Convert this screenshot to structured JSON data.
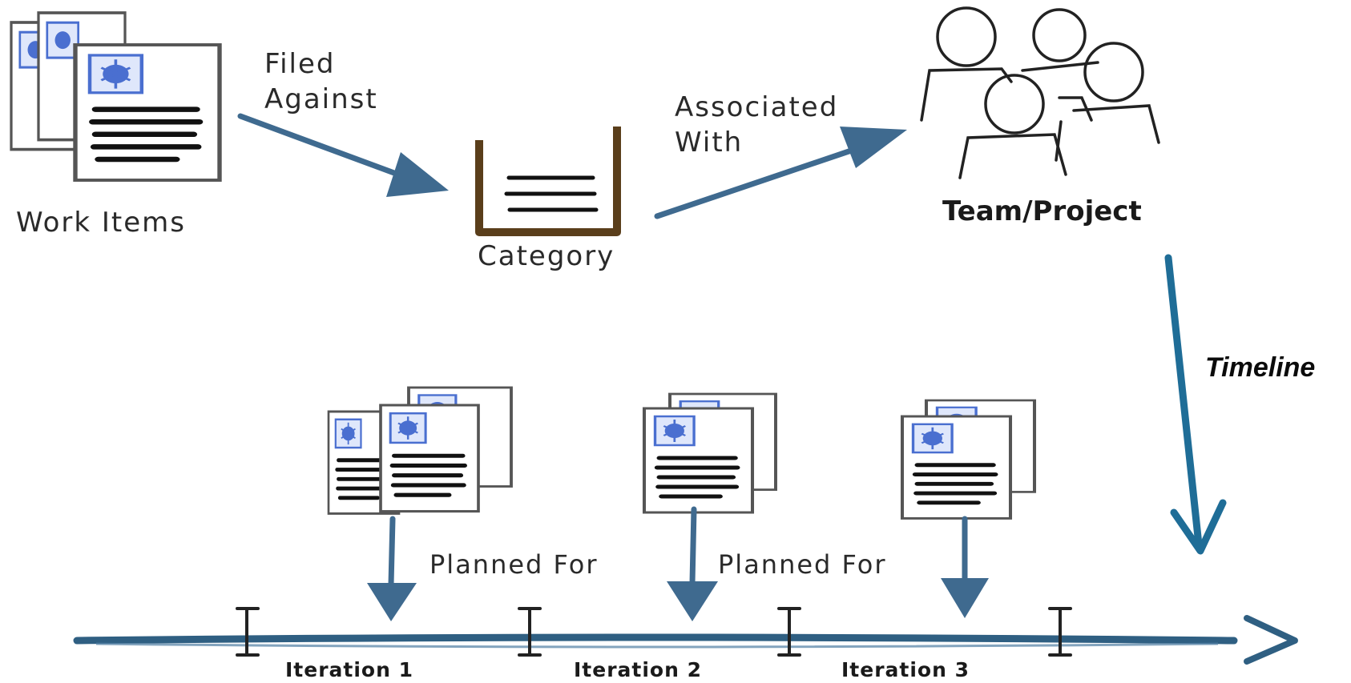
{
  "labels": {
    "work_items": "Work Items",
    "filed_against_1": "Filed",
    "filed_against_2": "Against",
    "category": "Category",
    "associated_with_1": "Associated",
    "associated_with_2": "With",
    "team_project": "Team/Project",
    "timeline": "Timeline",
    "planned_for_1": "Planned For",
    "planned_for_2": "Planned For",
    "iteration_1": "Iteration 1",
    "iteration_2": "Iteration 2",
    "iteration_3": "Iteration 3"
  },
  "colors": {
    "arrow": "#3f6a8f",
    "timeline_arrow": "#1f6d97",
    "category_bin": "#5a3e1b",
    "ink": "#1a1a1a",
    "doc_icon": "#4a6fd0"
  },
  "icons": [
    "document-stack-icon",
    "category-bin-icon",
    "team-people-icon",
    "timeline-arrow-icon"
  ]
}
